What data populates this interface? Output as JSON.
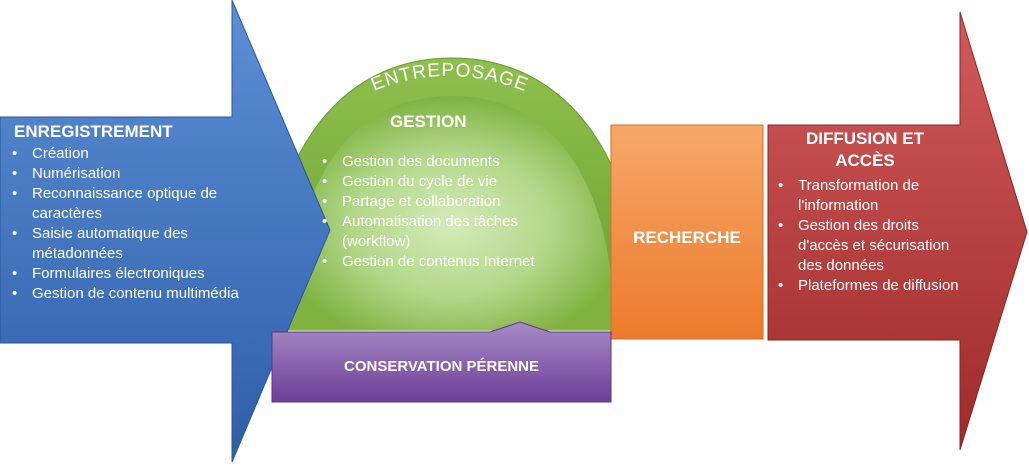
{
  "enregistrement": {
    "title": "ENREGISTREMENT",
    "items": [
      "Création",
      "Numérisation",
      "Reconnaissance optique de caractères",
      "Saisie automatique des métadonnées",
      "Formulaires électroniques",
      "Gestion de contenu multimédia"
    ],
    "color": "#3a6fbd"
  },
  "entreposage": {
    "label": "ENTREPOSAGE",
    "color": "#7aad3a"
  },
  "gestion": {
    "title": "GESTION",
    "items": [
      "Gestion des documents",
      "Gestion du cycle de vie",
      "Partage et collaboration",
      "Automatisation des tâches (workflow)",
      "Gestion de contenus Internet"
    ]
  },
  "recherche": {
    "label": "RECHERCHE",
    "color": "#f0883c"
  },
  "conservation": {
    "label": "CONSERVATION PÉRENNE",
    "color": "#7a4fa0"
  },
  "diffusion": {
    "title_line1": "DIFFUSION ET",
    "title_line2": "ACCÈS",
    "items": [
      "Transformation de l'information",
      "Gestion des droits d'accès et sécurisation des données",
      "Plateformes de diffusion"
    ],
    "color": "#b83a3a"
  }
}
